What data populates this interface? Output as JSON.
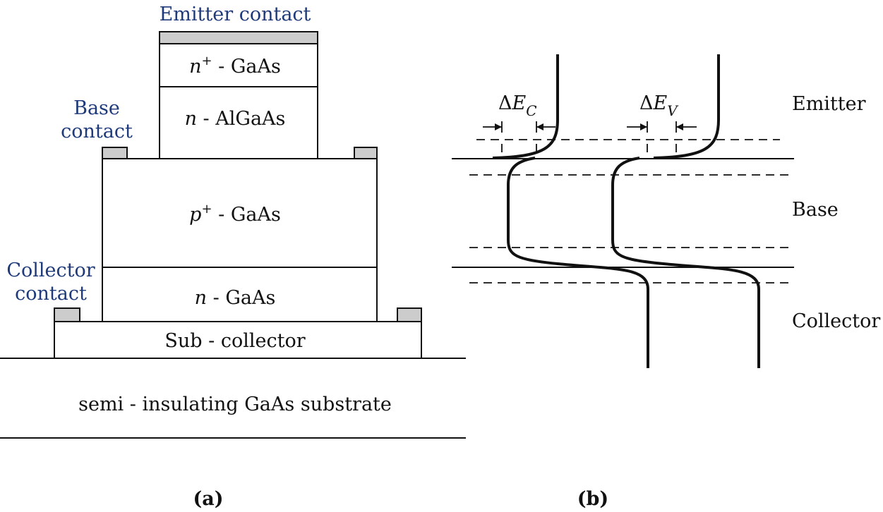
{
  "structure": {
    "emitter_contact": "Emitter contact",
    "base_contact_line1": "Base",
    "base_contact_line2": "contact",
    "collector_contact_line1": "Collector",
    "collector_contact_line2": "contact",
    "emitter_cap": {
      "italic": "n",
      "sup": "+",
      "text": " - GaAs"
    },
    "emitter": {
      "italic": "n",
      "text": " - AlGaAs"
    },
    "base": {
      "italic": "p",
      "sup": "+",
      "text": " - GaAs"
    },
    "collector": {
      "italic": "n",
      "text": " - GaAs"
    },
    "subcollector": "Sub - collector",
    "substrate": "semi - insulating GaAs substrate",
    "caption": "(a)"
  },
  "band": {
    "delta_ec": {
      "prefix": "Δ",
      "italic": "E",
      "sub": "C"
    },
    "delta_ev": {
      "prefix": "Δ",
      "italic": "E",
      "sub": "V"
    },
    "region_emitter": "Emitter",
    "region_base": "Base",
    "region_collector": "Collector",
    "caption": "(b)"
  },
  "colors": {
    "contact_fill": "#cccccc",
    "label_blue": "#1f3a7a",
    "line": "#111111"
  }
}
